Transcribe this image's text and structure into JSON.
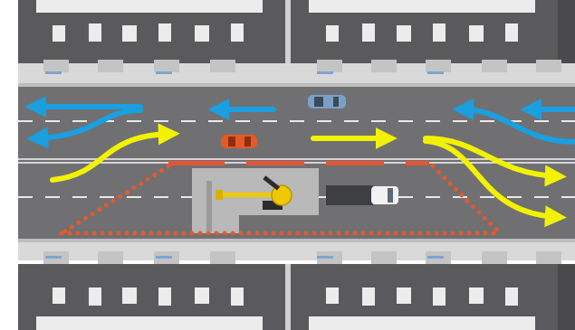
{
  "scene": {
    "type": "road-works-traffic-diagram",
    "colors": {
      "background": "#ffffff",
      "building_roof": "#5a5a5c",
      "building_roof_edge": "#4a4a4c",
      "sidewalk": "#d9d9d9",
      "curb": "#bdbdbd",
      "road": "#707072",
      "lane_marking": "#e9e9e9",
      "median_line": "#f4f4f4",
      "traffic_arrow_blue": "#1a9fe0",
      "traffic_arrow_yellow": "#f2f200",
      "cone_dots": "#e45a2c",
      "barrier": "#e2553a",
      "work_zone_plate": "#b9b9b9",
      "excavator": "#f0c800",
      "truck_cab": "#f2f2f2",
      "truck_bed": "#3d3f43",
      "car_blue": "#7aa0c8",
      "car_orange": "#e55a22"
    },
    "vehicles": [
      {
        "name": "car-top-lane",
        "kind": "car",
        "color": "car_blue",
        "direction": "left"
      },
      {
        "name": "car-middle-lane",
        "kind": "car",
        "color": "car_orange",
        "direction": "right"
      },
      {
        "name": "truck",
        "kind": "truck",
        "direction": "right"
      },
      {
        "name": "excavator",
        "kind": "excavator"
      }
    ],
    "traffic_flows": [
      {
        "name": "westbound-flow",
        "color": "traffic_arrow_blue",
        "direction": "left"
      },
      {
        "name": "eastbound-flow",
        "color": "traffic_arrow_yellow",
        "direction": "right"
      }
    ]
  }
}
